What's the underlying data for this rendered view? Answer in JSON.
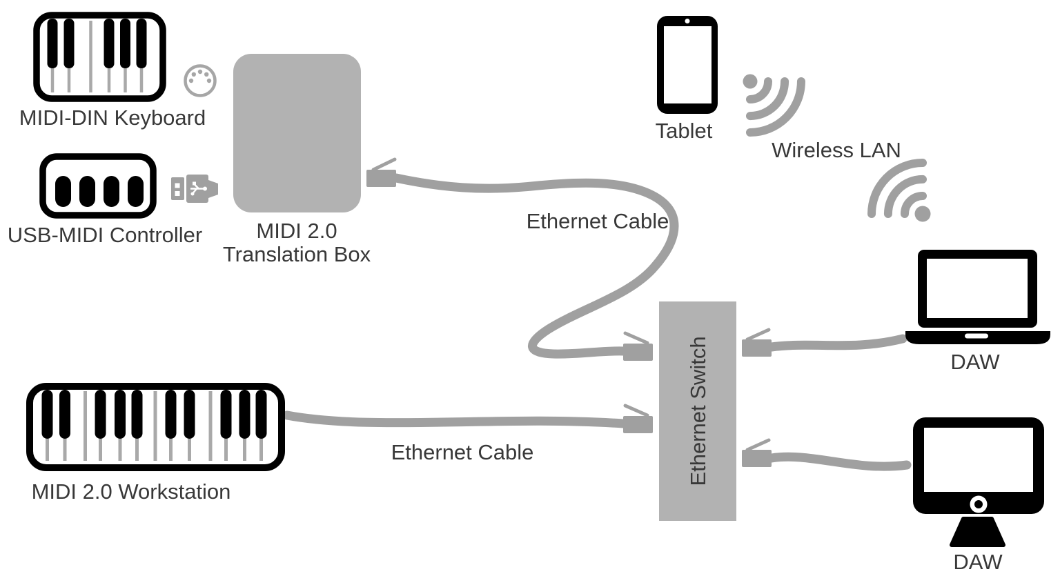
{
  "diagram": {
    "type": "network-topology",
    "subject": "MIDI 2.0 network setup",
    "colors": {
      "background": "#ffffff",
      "device_black": "#000000",
      "box_gray": "#b2b2b2",
      "cable_gray": "#a0a0a0",
      "key_separator_gray": "#a9a9a9",
      "label_text": "#383838"
    },
    "nodes": {
      "midi_din_keyboard": {
        "label": "MIDI-DIN Keyboard",
        "icon": "piano-keyboard-icon"
      },
      "usb_midi_controller": {
        "label": "USB-MIDI Controller",
        "icon": "pad-controller-icon"
      },
      "translation_box": {
        "label_line1": "MIDI 2.0",
        "label_line2": "Translation Box"
      },
      "tablet": {
        "label": "Tablet",
        "icon": "tablet-icon"
      },
      "wireless_lan": {
        "label": "Wireless LAN",
        "icon": "wifi-icon"
      },
      "ethernet_switch": {
        "label": "Ethernet Switch"
      },
      "daw_laptop": {
        "label": "DAW",
        "icon": "laptop-icon"
      },
      "daw_desktop": {
        "label": "DAW",
        "icon": "desktop-monitor-icon"
      },
      "midi_workstation": {
        "label": "MIDI 2.0 Workstation",
        "icon": "piano-keyboard-icon"
      }
    },
    "connections": {
      "box_to_switch": {
        "label": "Ethernet Cable",
        "type": "wired"
      },
      "workstation_to_switch": {
        "label": "Ethernet Cable",
        "type": "wired"
      },
      "switch_to_laptop": {
        "type": "wired"
      },
      "switch_to_desktop": {
        "type": "wired"
      },
      "tablet_wireless": {
        "type": "wireless"
      }
    }
  }
}
